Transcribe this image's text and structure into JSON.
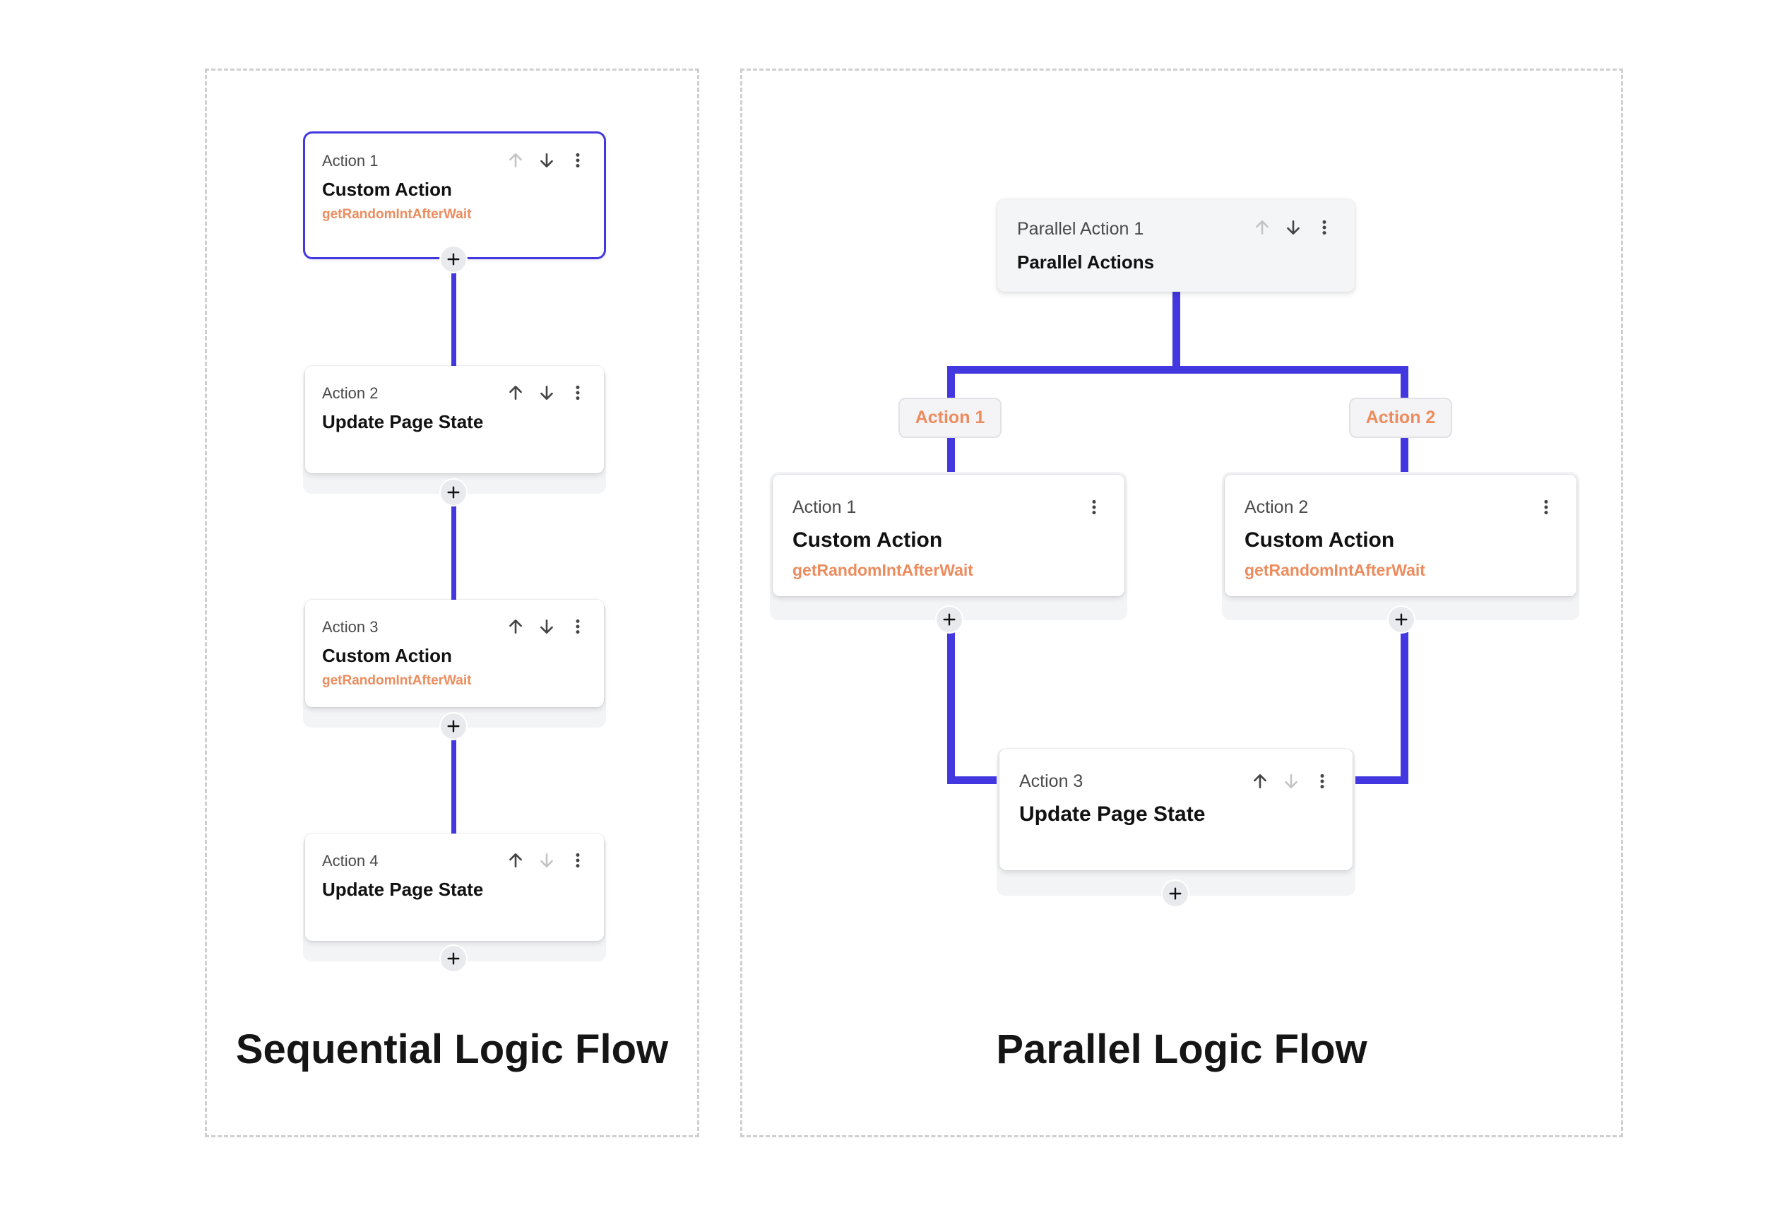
{
  "sequential": {
    "caption": "Sequential Logic Flow",
    "actions": [
      {
        "label": "Action 1",
        "title": "Custom Action",
        "subtitle": "getRandomIntAfterWait"
      },
      {
        "label": "Action 2",
        "title": "Update Page State",
        "subtitle": ""
      },
      {
        "label": "Action 3",
        "title": "Custom Action",
        "subtitle": "getRandomIntAfterWait"
      },
      {
        "label": "Action 4",
        "title": "Update Page State",
        "subtitle": ""
      }
    ]
  },
  "parallel": {
    "caption": "Parallel Logic Flow",
    "root": {
      "label": "Parallel Action 1",
      "title": "Parallel Actions"
    },
    "branches": [
      {
        "tag": "Action 1",
        "label": "Action 1",
        "title": "Custom Action",
        "subtitle": "getRandomIntAfterWait"
      },
      {
        "tag": "Action 2",
        "label": "Action 2",
        "title": "Custom Action",
        "subtitle": "getRandomIntAfterWait"
      }
    ],
    "join": {
      "label": "Action 3",
      "title": "Update Page State"
    }
  },
  "icons": {
    "up": "arrow-up-icon",
    "down": "arrow-down-icon",
    "menu": "more-vertical-icon",
    "add": "plus-icon"
  },
  "colors": {
    "connector": "#4338e0",
    "accent": "#ec8c5e"
  }
}
